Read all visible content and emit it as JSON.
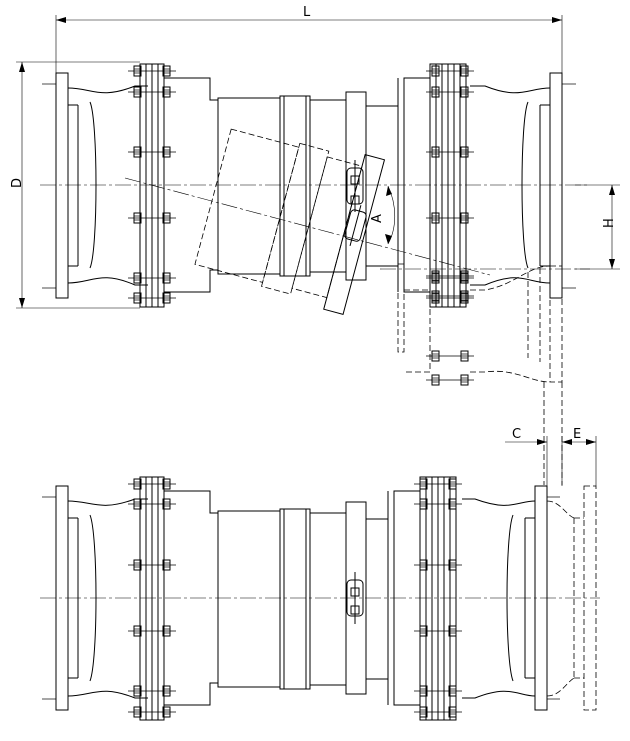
{
  "drawing": {
    "dimensions": {
      "L": "L",
      "D": "D",
      "H": "H",
      "A": "A",
      "C": "C",
      "E": "E"
    }
  }
}
